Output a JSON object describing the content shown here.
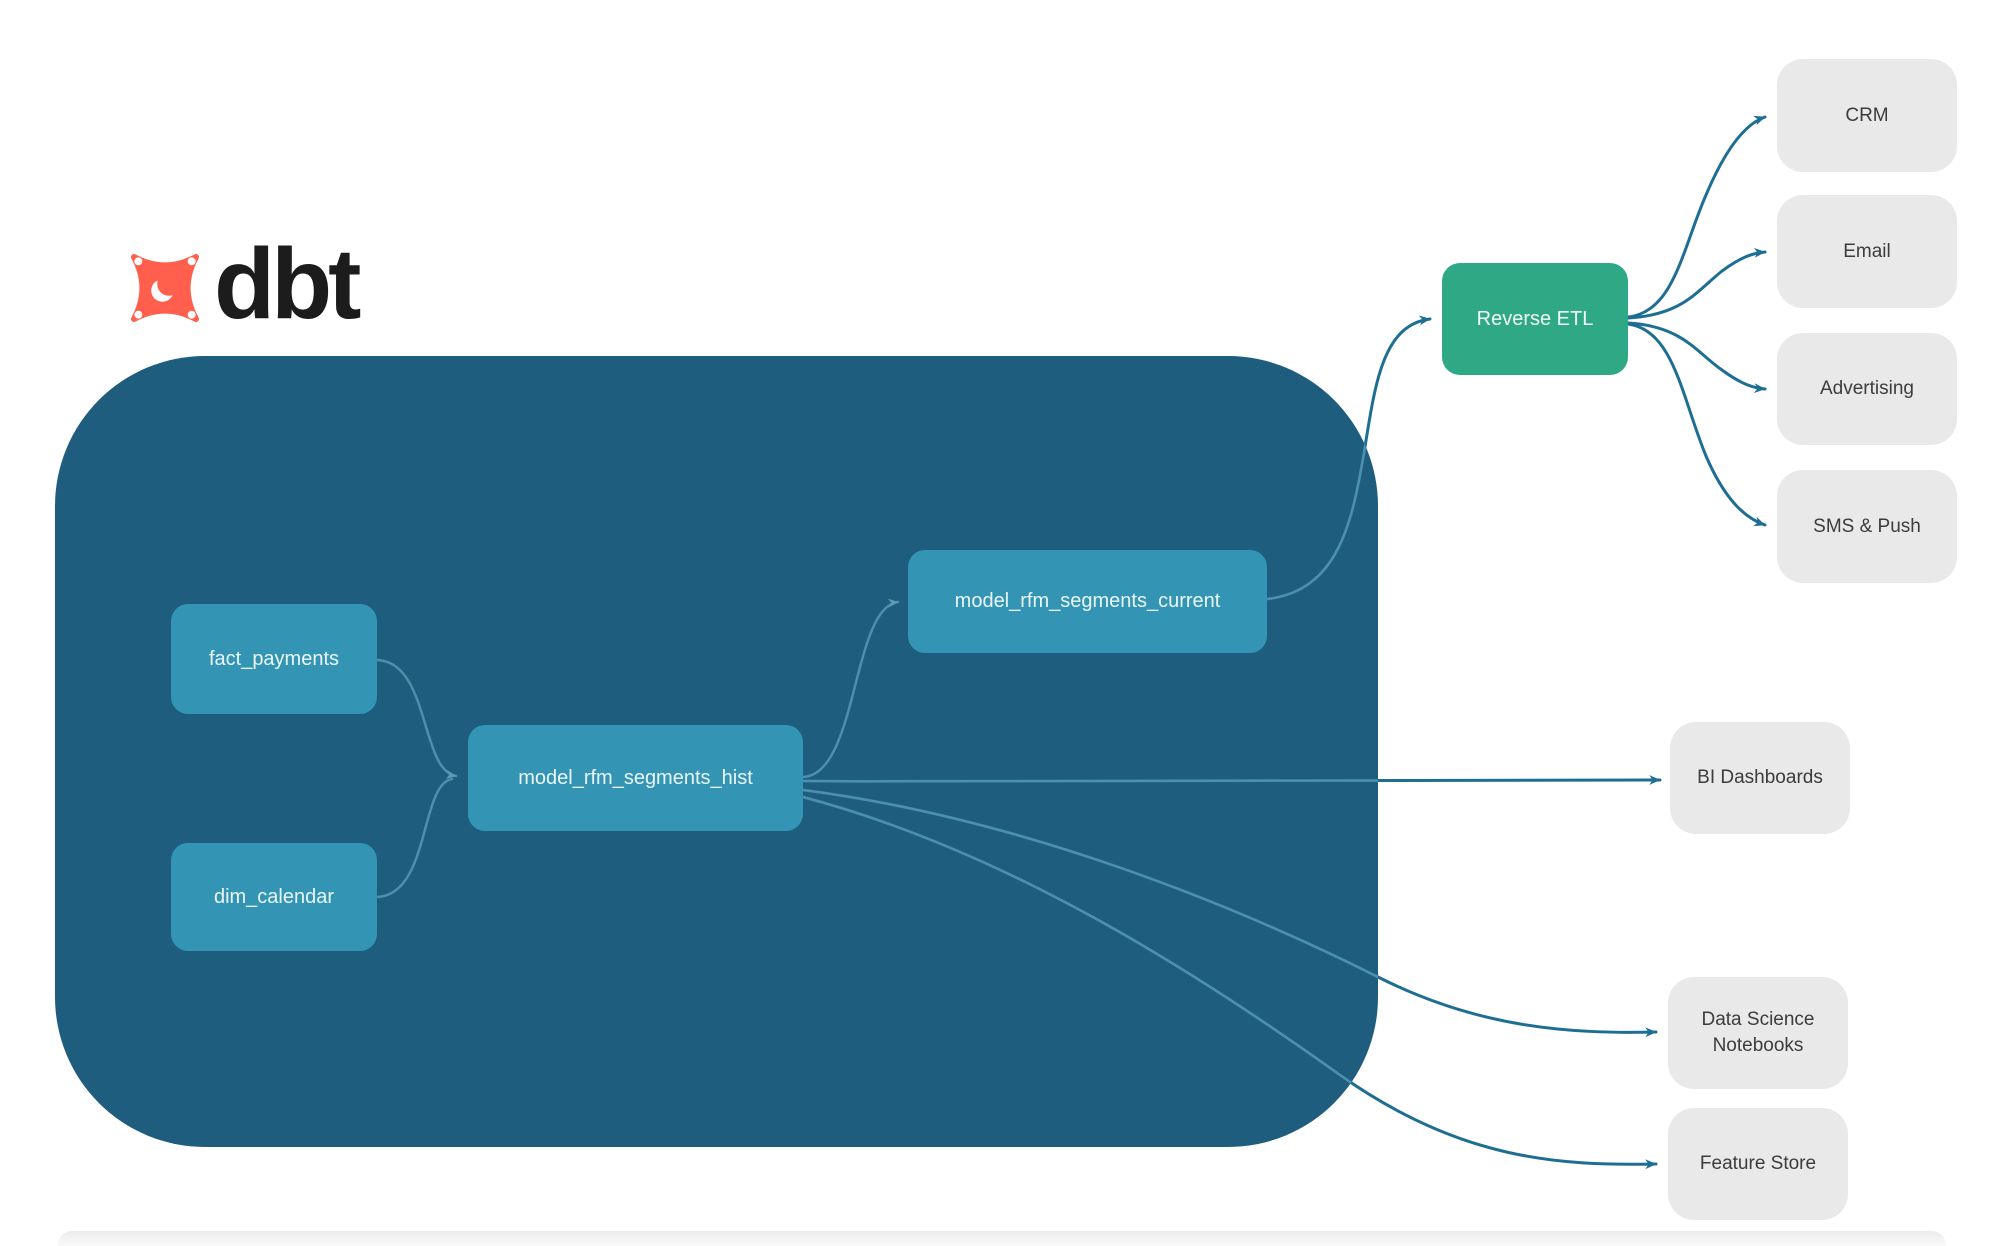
{
  "brand": {
    "name": "dbt"
  },
  "palette": {
    "warehouse_bg": "#1E5D7E",
    "model_node": "#3394B4",
    "reverse_etl_node": "#2FA985",
    "destination_node": "#E9E9E9",
    "edge_dark": "#1E6E94",
    "edge_light": "#4E8FAC",
    "logo_orange": "#FF5F4C"
  },
  "nodes": {
    "fact_payments": {
      "label": "fact_payments"
    },
    "dim_calendar": {
      "label": "dim_calendar"
    },
    "model_rfm_segments_hist": {
      "label": "model_rfm_segments_hist"
    },
    "model_rfm_segments_current": {
      "label": "model_rfm_segments_current"
    },
    "reverse_etl": {
      "label": "Reverse ETL"
    },
    "crm": {
      "label": "CRM"
    },
    "email": {
      "label": "Email"
    },
    "advertising": {
      "label": "Advertising"
    },
    "sms_push": {
      "label": "SMS & Push"
    },
    "bi_dashboards": {
      "label": "BI Dashboards"
    },
    "data_science_notebooks": {
      "label": "Data Science Notebooks"
    },
    "feature_store": {
      "label": "Feature Store"
    }
  },
  "edges": [
    {
      "from": "fact_payments",
      "to": "model_rfm_segments_hist"
    },
    {
      "from": "dim_calendar",
      "to": "model_rfm_segments_hist"
    },
    {
      "from": "model_rfm_segments_hist",
      "to": "model_rfm_segments_current"
    },
    {
      "from": "model_rfm_segments_current",
      "to": "reverse_etl"
    },
    {
      "from": "reverse_etl",
      "to": "crm"
    },
    {
      "from": "reverse_etl",
      "to": "email"
    },
    {
      "from": "reverse_etl",
      "to": "advertising"
    },
    {
      "from": "reverse_etl",
      "to": "sms_push"
    },
    {
      "from": "model_rfm_segments_hist",
      "to": "bi_dashboards"
    },
    {
      "from": "model_rfm_segments_hist",
      "to": "data_science_notebooks"
    },
    {
      "from": "model_rfm_segments_hist",
      "to": "feature_store"
    }
  ]
}
